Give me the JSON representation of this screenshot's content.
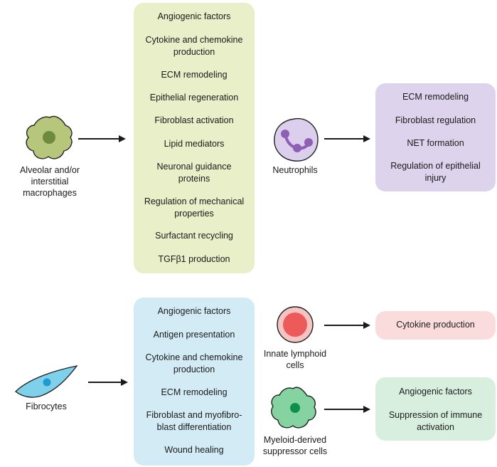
{
  "colors": {
    "macrophage_box": "#e9efc8",
    "neutrophil_box": "#ddd3ec",
    "fibrocyte_box": "#d3ebf5",
    "ilc_box": "#fbdcdc",
    "mdsc_box": "#d8efdf",
    "arrow": "#1a1a1a"
  },
  "icons": {
    "macrophage": "amoeboid-macrophage-icon",
    "neutrophil": "multilobed-neutrophil-icon",
    "fibrocyte": "spindle-fibrocyte-icon",
    "ilc": "round-lymphoid-cell-icon",
    "mdsc": "amoeboid-suppressor-cell-icon"
  },
  "cells": {
    "macrophages": {
      "line1": "Alveolar and/or",
      "line2": "interstitial macrophages"
    },
    "neutrophils": {
      "line1": "Neutrophils"
    },
    "fibrocytes": {
      "line1": "Fibrocytes"
    },
    "ilc": {
      "line1": "Innate lymphoid",
      "line2": "cells"
    },
    "mdsc": {
      "line1": "Myeloid-derived",
      "line2": "suppressor cells"
    }
  },
  "macrophage_functions": [
    {
      "l1": "Angiogenic factors"
    },
    {
      "l1": "Cytokine and chemokine",
      "l2": "production"
    },
    {
      "l1": "ECM remodeling"
    },
    {
      "l1": "Epithelial regeneration"
    },
    {
      "l1": "Fibroblast activation"
    },
    {
      "l1": "Lipid mediators"
    },
    {
      "l1": "Neuronal guidance",
      "l2": "proteins"
    },
    {
      "l1": "Regulation of mechanical",
      "l2": "properties"
    },
    {
      "l1": "Surfactant recycling"
    },
    {
      "l1": "TGFβ1 production"
    }
  ],
  "neutrophil_functions": [
    {
      "l1": "ECM remodeling"
    },
    {
      "l1": "Fibroblast regulation"
    },
    {
      "l1": "NET formation"
    },
    {
      "l1": "Regulation of epithelial",
      "l2": "injury"
    }
  ],
  "fibrocyte_functions": [
    {
      "l1": "Angiogenic factors"
    },
    {
      "l1": "Antigen presentation"
    },
    {
      "l1": "Cytokine and chemokine",
      "l2": "production"
    },
    {
      "l1": "ECM remodeling"
    },
    {
      "l1": "Fibroblast and myofibro-",
      "l2": "blast differentiation"
    },
    {
      "l1": "Wound healing"
    }
  ],
  "ilc_functions": [
    {
      "l1": "Cytokine production"
    }
  ],
  "mdsc_functions": [
    {
      "l1": "Angiogenic factors"
    },
    {
      "l1": "Suppression of immune",
      "l2": "activation"
    }
  ]
}
